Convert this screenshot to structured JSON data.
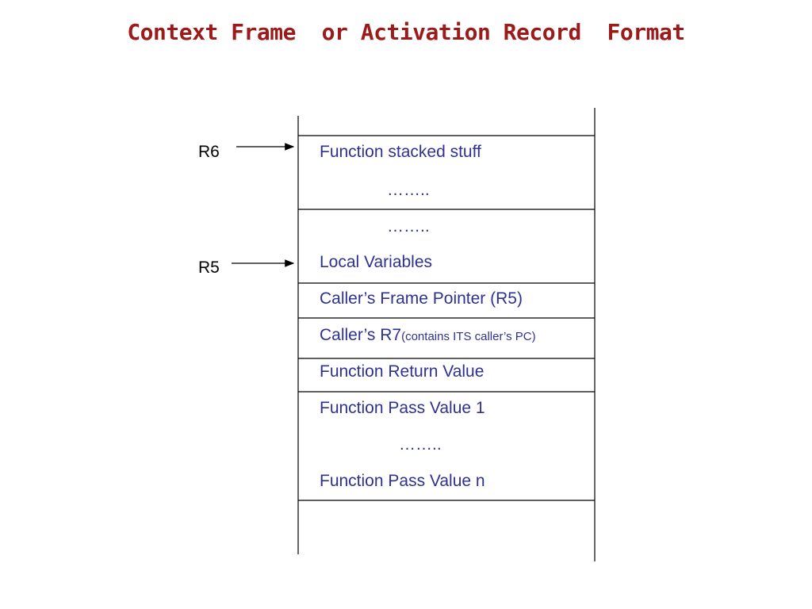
{
  "title": "Context Frame  or Activation Record  Format",
  "colors": {
    "title": "#9b1b1b",
    "stack_text": "#2e3192",
    "lines": "#000000"
  },
  "registers": {
    "r6": "R6",
    "r5": "R5"
  },
  "stack": {
    "function_stacked_stuff": "Function stacked stuff",
    "dots_1": "……..",
    "dots_2": "……..",
    "local_variables": "Local Variables",
    "callers_frame_pointer": "Caller’s Frame Pointer (R5)",
    "callers_r7_main": "Caller’s R7",
    "callers_r7_note": "(contains ITS caller’s PC)",
    "function_return_value": "Function Return Value",
    "function_pass_value_1": "Function Pass Value 1",
    "dots_3": "……..",
    "function_pass_value_n": "Function Pass Value n"
  }
}
